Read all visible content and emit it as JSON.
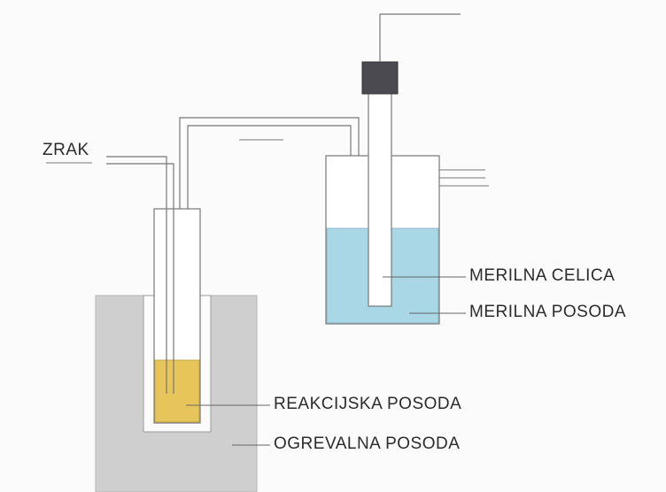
{
  "labels": {
    "air_inlet": "ZRAK",
    "measuring_cell": "MERILNA CELICA",
    "measuring_vessel": "MERILNA POSODA",
    "reaction_vessel": "REAKCIJSKA POSODA",
    "heating_vessel": "OGREVALNA POSODA"
  },
  "colors": {
    "heating_bath": "#cfcfcf",
    "reaction_liquid": "#e8c55a",
    "measuring_liquid": "#a9d7e6",
    "electrode_cap": "#4a4a50",
    "lines": "#666666"
  }
}
